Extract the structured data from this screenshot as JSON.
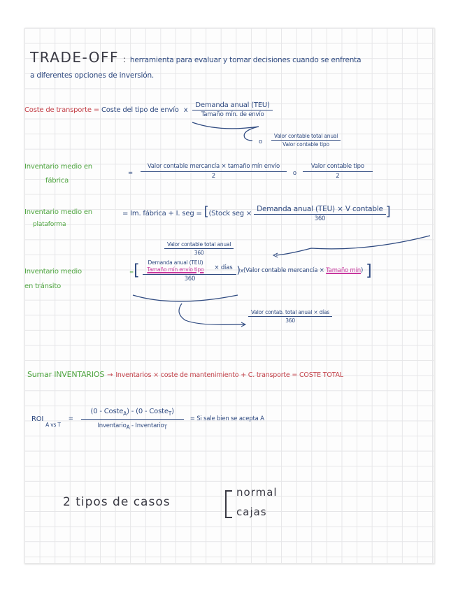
{
  "title": {
    "heading": "TRADE-OFF",
    "separator": ":",
    "description_line1": "herramienta para evaluar y tomar decisiones cuando se enfrenta",
    "description_line2": "a diferentes opciones de inversión."
  },
  "transport_cost": {
    "label": "Coste de transporte",
    "equals": "=",
    "lhs": "Coste del tipo de envío",
    "times": "x",
    "numerator": "Demanda anual (TEU)",
    "denominator": "Tamaño mín. de envío",
    "alt_prefix": "o",
    "alt_numerator": "Valor contable total anual",
    "alt_denominator": "Valor contable tipo"
  },
  "factory_inventory": {
    "label_line1": "Inventario medio en",
    "label_line2": "fábrica",
    "equals": "=",
    "numerator": "Valor contable mercancía × tamaño mín envío",
    "denominator": "2",
    "alt_prefix": "o",
    "alt_numerator": "Valor contable tipo",
    "alt_denominator": "2"
  },
  "platform_inventory": {
    "label_line1": "Inventario medio en",
    "label_line2": "plataforma",
    "equals": "=",
    "expression": "Im. fábrica + I. seg",
    "equals2": "=",
    "bracket_open": "[",
    "stock_term": "(Stock seg ×",
    "numerator": "Demanda anual (TEU) × V contable",
    "denominator": "360",
    "bracket_close": "]",
    "alt_numerator": "Valor contable total anual",
    "alt_denominator": "360"
  },
  "transit_inventory": {
    "label_line1": "Inventario medio",
    "label_line2": "en tránsito",
    "equals": "=",
    "bracket_open": "[",
    "inner_numerator": "Demanda anual (TEU)",
    "inner_denominator": "Tamaño mín envío tipo",
    "times_days": "× días",
    "denominator": "360",
    "paren_close": ")",
    "times": "x",
    "second_term_prefix": "(Valor contable mercancía ×",
    "second_term_highlight": "Tamaño mín",
    "second_term_suffix": ")",
    "bracket_close": "]",
    "alt_numerator": "Valor contab. total anual × días",
    "alt_denominator": "360"
  },
  "total_cost": {
    "label": "Sumar INVENTARIOS",
    "arrow": "→",
    "formula": "Inventarios × coste de mantenimiento + C. transporte = COSTE TOTAL"
  },
  "roi": {
    "label": "ROI",
    "subscript": "A vs T",
    "equals": "=",
    "numerator": "(0 - Coste",
    "num_sub_a": "A",
    "num_mid": ") - (0 - Coste",
    "num_sub_t": "T",
    "num_end": ")",
    "den_left": "Inventario",
    "den_sub_a": "A",
    "den_mid": " - Inventario",
    "den_sub_t": "T",
    "conclusion": "= Si sale bien se acepta A"
  },
  "case_types": {
    "label": "2 tipos de casos",
    "options": [
      "normal",
      "cajas"
    ]
  },
  "colors": {
    "blue_ink": "#2f4a80",
    "red_ink": "#c4434b",
    "green_ink": "#4ea53f",
    "pink_highlight": "#c8389e",
    "black_ink": "#3a3a44",
    "grid": "#e6e6e8"
  }
}
